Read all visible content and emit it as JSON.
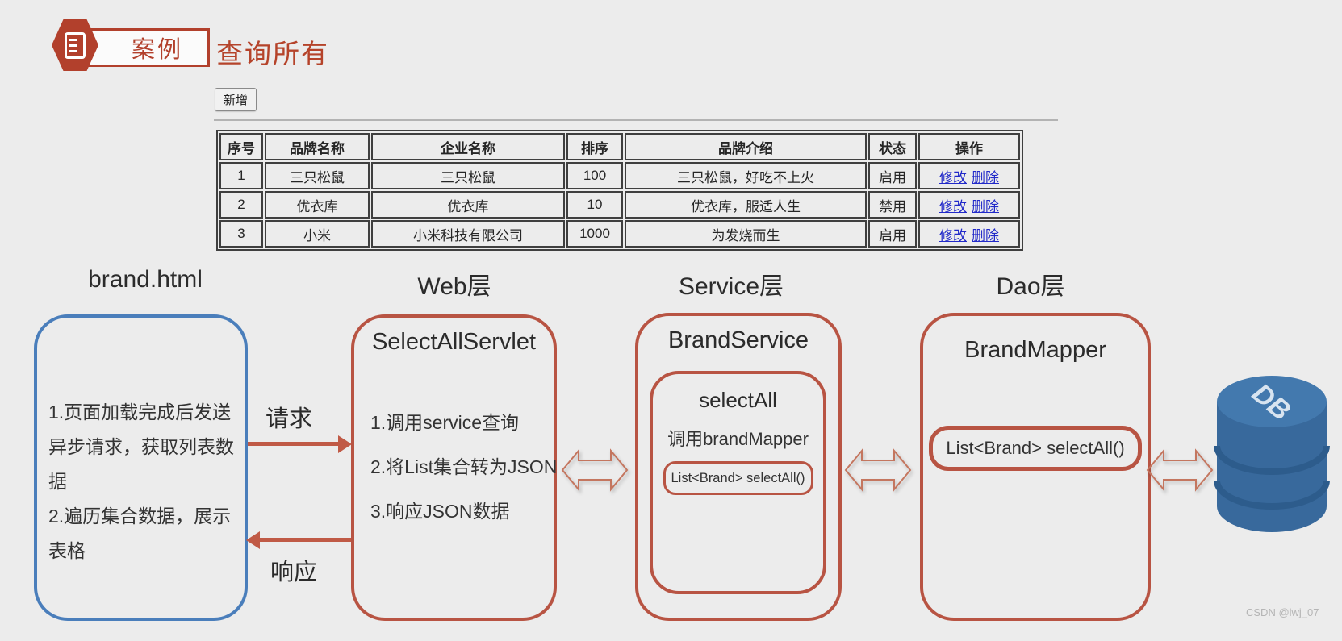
{
  "page": {
    "background": "#ececec",
    "accent_red": "#b5432a",
    "box_border_red": "#b85443",
    "box_border_blue": "#4a7ebb",
    "arrow_pink_fill": "#f6c5b6",
    "arrow_pink_stroke": "#c4765f",
    "db_blue": "#38699c",
    "link_blue": "#2129c9",
    "watermark": "CSDN @lwj_07"
  },
  "header": {
    "badge_label": "案例",
    "title": "查询所有"
  },
  "toolbar": {
    "add_button": "新增"
  },
  "table": {
    "headers": [
      "序号",
      "品牌名称",
      "企业名称",
      "排序",
      "品牌介绍",
      "状态",
      "操作"
    ],
    "rows": [
      {
        "no": "1",
        "brand": "三只松鼠",
        "company": "三只松鼠",
        "order": "100",
        "desc": "三只松鼠，好吃不上火",
        "status": "启用",
        "actions": [
          "修改",
          "删除"
        ]
      },
      {
        "no": "2",
        "brand": "优衣库",
        "company": "优衣库",
        "order": "10",
        "desc": "优衣库，服适人生",
        "status": "禁用",
        "actions": [
          "修改",
          "删除"
        ]
      },
      {
        "no": "3",
        "brand": "小米",
        "company": "小米科技有限公司",
        "order": "1000",
        "desc": "为发烧而生",
        "status": "启用",
        "actions": [
          "修改",
          "删除"
        ]
      }
    ]
  },
  "diagram": {
    "layers": [
      {
        "label": "brand.html"
      },
      {
        "label": "Web层"
      },
      {
        "label": "Service层"
      },
      {
        "label": "Dao层"
      }
    ],
    "browser_box": {
      "para1": "1.页面加载完成后发送异步请求，获取列表数据",
      "para2": "2.遍历集合数据，展示表格"
    },
    "request_label": "请求",
    "response_label": "响应",
    "servlet_box": {
      "title": "SelectAllServlet",
      "steps": [
        "1.调用service查询",
        "2.将List集合转为JSON",
        "3.响应JSON数据"
      ]
    },
    "service_box": {
      "title": "BrandService",
      "method_title": "selectAll",
      "method_note": "调用brandMapper",
      "call": "List<Brand> selectAll()"
    },
    "dao_box": {
      "title": "BrandMapper",
      "method": "List<Brand> selectAll()"
    },
    "db_label": "DB"
  }
}
